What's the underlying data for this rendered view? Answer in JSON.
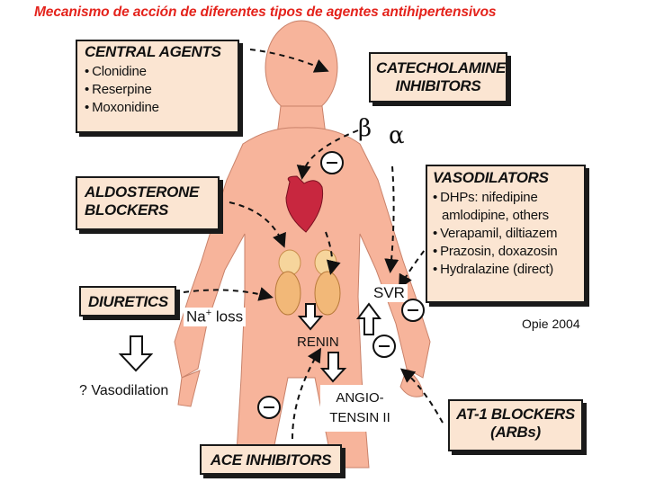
{
  "title": "Mecanismo de acción de diferentes tipos de agentes antihipertensivos",
  "boxes": {
    "central": {
      "heading": "CENTRAL AGENTS",
      "items": [
        "Clonidine",
        "Reserpine",
        "Moxonidine"
      ]
    },
    "catecholamine": {
      "heading_line1": "CATECHOLAMINE",
      "heading_line2": "INHIBITORS"
    },
    "aldosterone": {
      "heading_line1": "ALDOSTERONE",
      "heading_line2": "BLOCKERS"
    },
    "vasodilators": {
      "heading": "VASODILATORS",
      "items": [
        "DHPs: nifedipine",
        "amlodipine, others",
        "Verapamil, diltiazem",
        "Prazosin, doxazosin",
        "Hydralazine (direct)"
      ]
    },
    "diuretics": {
      "heading": "DIURETICS"
    },
    "at1": {
      "heading_line1": "AT-1 BLOCKERS",
      "heading_line2": "(ARBs)"
    },
    "ace": {
      "heading": "ACE INHIBITORS"
    }
  },
  "labels": {
    "beta": "β",
    "alpha": "α",
    "na_loss_prefix": "Na",
    "na_loss_sup": "+",
    "na_loss_suffix": " loss",
    "svr": "SVR",
    "renin": "RENIN",
    "angio_line1": "ANGIO-",
    "angio_line2": "TENSIN II",
    "vasodilation": "? Vasodilation",
    "credit": "Opie 2004"
  },
  "colors": {
    "title": "#e4231c",
    "skin": "#f7b49b",
    "box_fill": "#fbe5d2",
    "heart": "#c8273f",
    "kidney": "#f2b878",
    "adrenal": "#f6d59c"
  }
}
